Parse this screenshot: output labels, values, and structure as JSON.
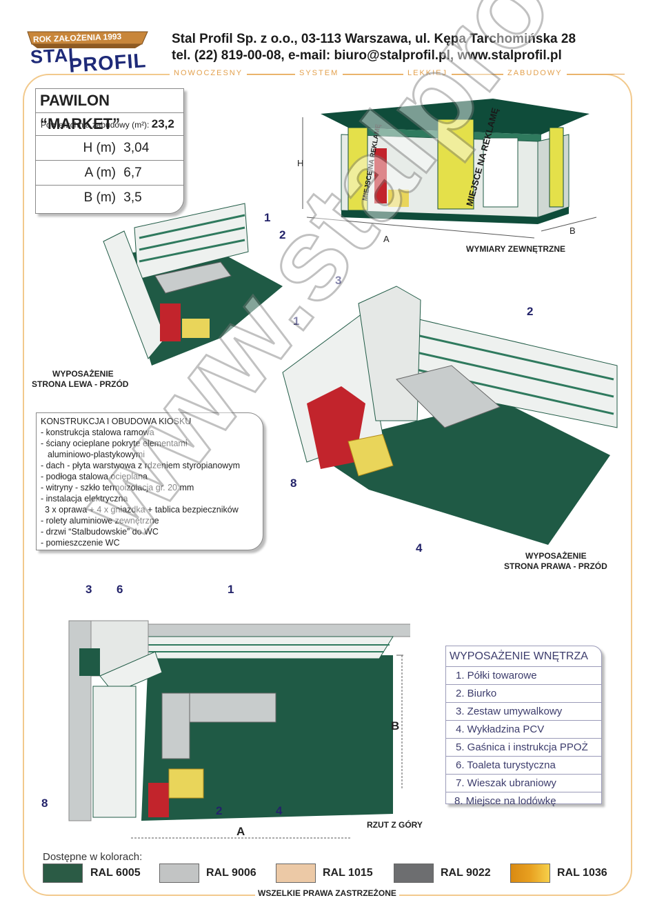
{
  "logo": {
    "badge": "ROK ZAŁOŻENIA 1993",
    "name_line1": "STAL",
    "name_line2": "PROFIL"
  },
  "header": {
    "line1": "Stal Profil Sp. z o.o., 03-113 Warszawa, ul. Kępa Tarchomińska 28",
    "line2": "tel. (22) 819-00-08,  e-mail: biuro@stalprofil.pl,  www.stalprofil.pl",
    "tagline": [
      "NOWOCZESNY",
      "SYSTEM",
      "LEKKIEJ",
      "ZABUDOWY"
    ]
  },
  "spec": {
    "title": "PAWILON “MARKET”",
    "area_label": "Powierzchnia zabudowy (m²):",
    "area_value": "23,2",
    "rows": [
      {
        "label": "H (m)",
        "value": "3,04"
      },
      {
        "label": "A (m)",
        "value": "6,7"
      },
      {
        "label": "B (m)",
        "value": "3,5"
      }
    ]
  },
  "exterior": {
    "caption": "WYMIARY ZEWNĘTRZNE",
    "dim_h": "H",
    "dim_a": "A",
    "dim_b": "B",
    "ad_text": "MIEJSCE NA REKLAMĘ"
  },
  "left_view": {
    "caption_line1": "WYPOSAŻENIE",
    "caption_line2": "STRONA LEWA - PRZÓD",
    "callouts": [
      "1",
      "2"
    ]
  },
  "right_view": {
    "caption_line1": "WYPOSAŻENIE",
    "caption_line2": "STRONA PRAWA - PRZÓD",
    "callouts": [
      "3",
      "1",
      "2",
      "8",
      "4"
    ]
  },
  "construction": {
    "title": "KONSTRUKCJA I OBUDOWA KIOSKU",
    "items": [
      "- konstrukcja stalowa ramowa",
      "- ściany ocieplane pokryte elementami",
      "   aluminiowo-plastykowymi",
      "- dach - płyta warstwowa z rdzeniem styropianowym",
      "- podłoga stalowa ocieplana",
      "- witryny - szkło termoizolacja gr. 20 mm",
      "- instalacja elektryczna",
      "   3 x oprawa + 4 x gniazdka + tablica bezpieczników",
      "- rolety aluminiowe zewnętrzne",
      "- drzwi “Stalbudowskie” do WC",
      "- pomieszczenie WC"
    ]
  },
  "plan": {
    "caption": "RZUT Z GÓRY",
    "dim_a": "A",
    "dim_b": "B",
    "callouts": [
      "3",
      "6",
      "1",
      "2",
      "4",
      "8"
    ]
  },
  "equipment": {
    "title": "WYPOSAŻENIE WNĘTRZA",
    "items": [
      "1.  Półki towarowe",
      "2.  Biurko",
      "3.  Zestaw umywalkowy",
      "4.  Wykładzina PCV",
      "5.  Gaśnica i instrukcja PPOŻ",
      "6.  Toaleta turystyczna",
      "7.  Wieszak ubraniowy",
      "8. Miejsce na lodówkę"
    ]
  },
  "colors": {
    "label": "Dostępne w kolorach:",
    "swatches": [
      {
        "name": "RAL 6005",
        "hex": "#2b5b45"
      },
      {
        "name": "RAL 9006",
        "hex": "#c2c4c4"
      },
      {
        "name": "RAL 1015",
        "hex": "#ecc9a6"
      },
      {
        "name": "RAL 9022",
        "hex": "#6d6e70"
      },
      {
        "name": "RAL 1036",
        "hex": "#e8a020"
      }
    ]
  },
  "footer": "WSZELKIE PRAWA ZASTRZEŻONE",
  "watermark": "www.stalprofil.pl"
}
